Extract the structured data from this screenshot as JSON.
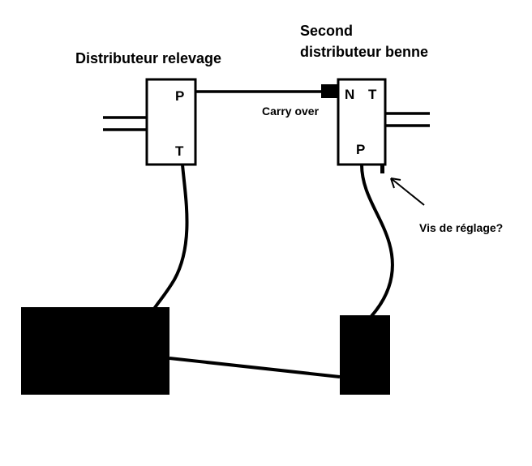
{
  "labels": {
    "distributeur_relevage": "Distributeur relevage",
    "second_line1": "Second",
    "second_line2": "distributeur benne",
    "carry_over": "Carry over",
    "vis_de_reglage": "Vis de réglage?"
  },
  "valve1": {
    "port_p": "P",
    "port_t": "T"
  },
  "valve2": {
    "port_n": "N",
    "port_t": "T",
    "port_p": "P"
  },
  "colors": {
    "ink": "#000000",
    "background": "#ffffff"
  }
}
